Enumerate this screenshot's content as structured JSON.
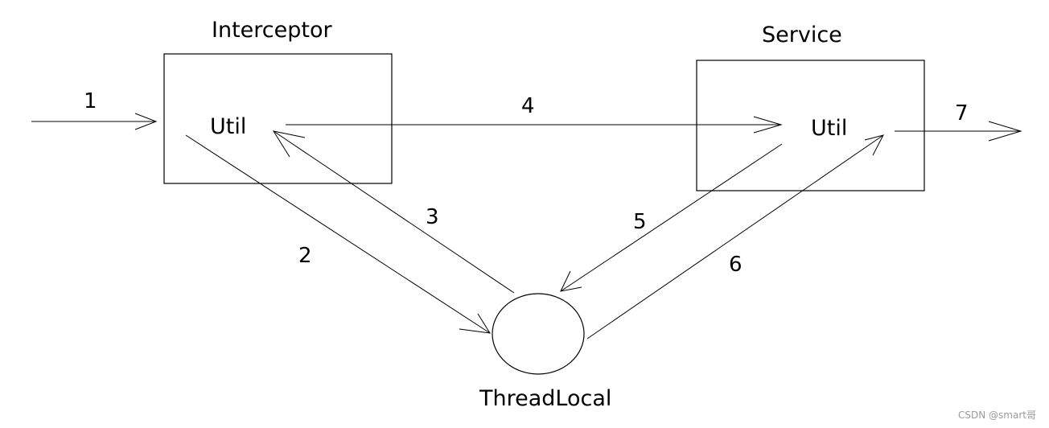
{
  "nodes": {
    "interceptor": {
      "title": "Interceptor",
      "label": "Util"
    },
    "service": {
      "title": "Service",
      "label": "Util"
    },
    "threadlocal": {
      "label": "ThreadLocal"
    }
  },
  "edges": [
    {
      "id": "1",
      "label": "1",
      "from": "external-input",
      "to": "interceptor"
    },
    {
      "id": "2",
      "label": "2",
      "from": "interceptor",
      "to": "threadlocal"
    },
    {
      "id": "3",
      "label": "3",
      "from": "threadlocal",
      "to": "interceptor"
    },
    {
      "id": "4",
      "label": "4",
      "from": "interceptor",
      "to": "service"
    },
    {
      "id": "5",
      "label": "5",
      "from": "service",
      "to": "threadlocal"
    },
    {
      "id": "6",
      "label": "6",
      "from": "threadlocal",
      "to": "service"
    },
    {
      "id": "7",
      "label": "7",
      "from": "service",
      "to": "external-output"
    }
  ],
  "watermark": "CSDN @smart哥"
}
